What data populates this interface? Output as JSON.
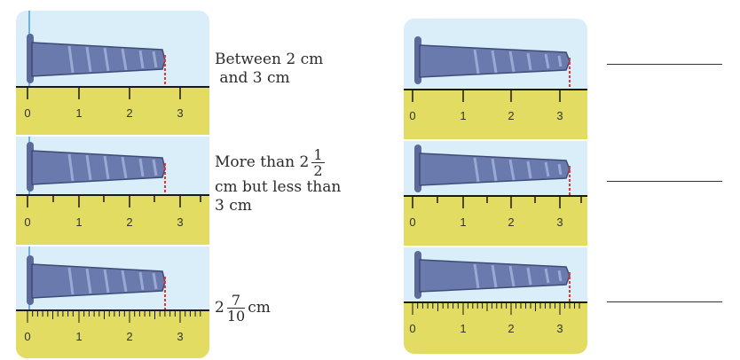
{
  "left_labels": [
    {
      "line1": "Between 2 cm",
      "line2": " and 3 cm"
    },
    {
      "prefix": "More than 2",
      "num": "1",
      "den": "2",
      "line2": "cm but less than",
      "line3": "3 cm"
    },
    {
      "whole": "2",
      "num": "7",
      "den": "10",
      "unit": "cm"
    }
  ],
  "ruler_ticks": [
    "0",
    "1",
    "2",
    "3"
  ],
  "colors": {
    "panel": "#d9eef8",
    "ruler": "#e2dc63",
    "nail": "#5b6a9a",
    "marker": "#e8342e"
  }
}
